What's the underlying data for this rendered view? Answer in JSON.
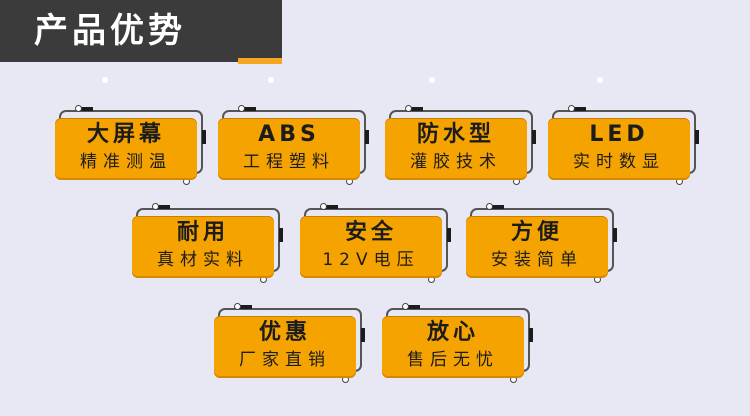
{
  "header": {
    "title": "产品优势"
  },
  "colors": {
    "banner": "#3b3b3b",
    "accent": "#f5a623",
    "badge": "#f5a300",
    "background": "#e8e8f4"
  },
  "badges": [
    {
      "line1": "大屏幕",
      "line2": "精准测温"
    },
    {
      "line1": "ABS",
      "line2": "工程塑料"
    },
    {
      "line1": "防水型",
      "line2": "灌胶技术"
    },
    {
      "line1": "LED",
      "line2": "实时数显"
    },
    {
      "line1": "耐用",
      "line2": "真材实料"
    },
    {
      "line1": "安全",
      "line2": "12V电压"
    },
    {
      "line1": "方便",
      "line2": "安装简单"
    },
    {
      "line1": "优惠",
      "line2": "厂家直销"
    },
    {
      "line1": "放心",
      "line2": "售后无忧"
    }
  ]
}
